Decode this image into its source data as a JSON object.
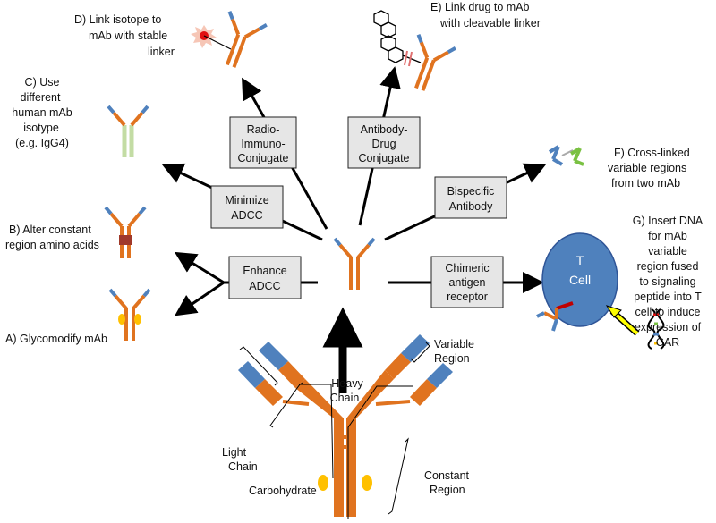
{
  "colors": {
    "heavy_chain": "#e0731f",
    "variable": "#4f81bd",
    "isotype": "#c3dca4",
    "carbohydrate": "#ffc000",
    "mutation": "#a0392a",
    "radiolabel": "#e01010",
    "cell": "#4f81bd",
    "linker": "#e07070",
    "crosslink_green": "#7ac143",
    "dna_arrow": "#ffff00",
    "box_fill": "#e6e6e6"
  },
  "boxes": {
    "rit": [
      "Radio-",
      "Immuno-",
      "Conjugate"
    ],
    "adc": [
      "Antibody-",
      "Drug",
      "Conjugate"
    ],
    "minimize": [
      "Minimize",
      "ADCC"
    ],
    "enhance": [
      "Enhance",
      "ADCC"
    ],
    "bispecific": [
      "Bispecific",
      "Antibody"
    ],
    "car": [
      "Chimeric",
      "antigen",
      "receptor"
    ]
  },
  "labels": {
    "D": [
      "D) Link isotope to",
      "mAb with stable",
      "linker"
    ],
    "E": [
      "E) Link drug to mAb",
      "with cleavable linker"
    ],
    "C": [
      "C) Use",
      "different",
      "human mAb",
      "isotype",
      "(e.g. IgG4)"
    ],
    "B": [
      "B) Alter constant",
      "region amino acids"
    ],
    "A": [
      "A) Glycomodify mAb"
    ],
    "F": [
      "F) Cross-linked",
      "variable regions",
      "from two mAb"
    ],
    "G": [
      "G) Insert DNA",
      "for mAb",
      "variable",
      "region fused",
      "to signaling",
      "peptide into T",
      "cell to induce",
      "expression of",
      "CAR"
    ]
  },
  "cell_label": [
    "T",
    "Cell"
  ],
  "structure": {
    "heavy_chain": [
      "Heavy",
      "Chain"
    ],
    "variable_region": [
      "Variable",
      "Region"
    ],
    "light_chain": [
      "Light",
      "Chain"
    ],
    "carbohydrate": "Carbohydrate",
    "constant_region": [
      "Constant",
      "Region"
    ]
  }
}
